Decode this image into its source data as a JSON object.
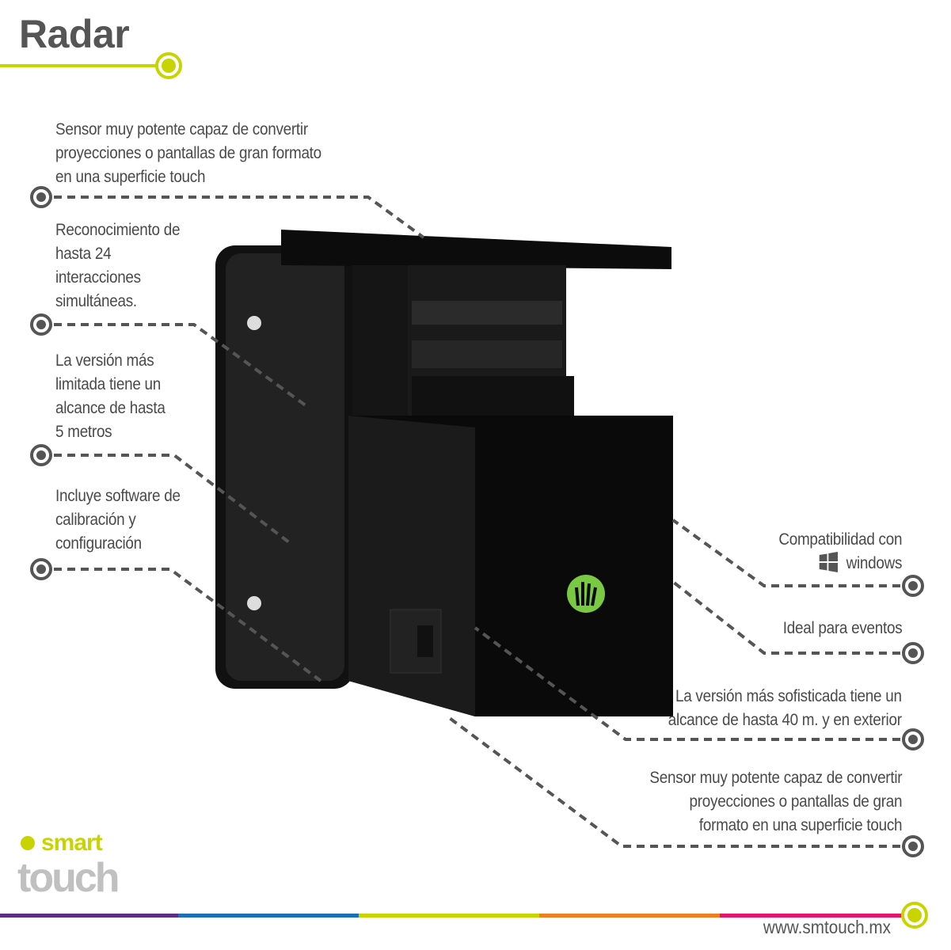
{
  "title": "Radar",
  "features_left": [
    {
      "lines": [
        "Sensor muy potente capaz de convertir",
        "proyecciones o pantallas de gran formato",
        "en una superficie touch"
      ]
    },
    {
      "lines": [
        "Reconocimiento de",
        "hasta 24",
        "interacciones",
        "simultáneas."
      ]
    },
    {
      "lines": [
        "La versión más",
        "limitada tiene un",
        "alcance de hasta",
        "5 metros"
      ]
    },
    {
      "lines": [
        "Incluye software de",
        "calibración y",
        "configuración"
      ]
    }
  ],
  "features_right": [
    {
      "lines": [
        "Compatibilidad con",
        "windows"
      ],
      "icon": "windows-icon"
    },
    {
      "lines": [
        "Ideal para eventos"
      ]
    },
    {
      "lines": [
        "La versión más sofisticada tiene un",
        "alcance de hasta 40 m. y en exterior"
      ]
    },
    {
      "lines": [
        "Sensor muy potente capaz de convertir",
        "proyecciones o pantallas de gran",
        "formato  en una superficie touch"
      ]
    }
  ],
  "logo": {
    "top": "smart",
    "bottom": "touch"
  },
  "footer": {
    "url": "www.smtouch.mx"
  },
  "colors": {
    "accent": "#c8d400",
    "text": "#4a4a4a",
    "bar": [
      "#5b2d86",
      "#1a6fb5",
      "#c8d400",
      "#ef7d22",
      "#e3156f"
    ]
  }
}
